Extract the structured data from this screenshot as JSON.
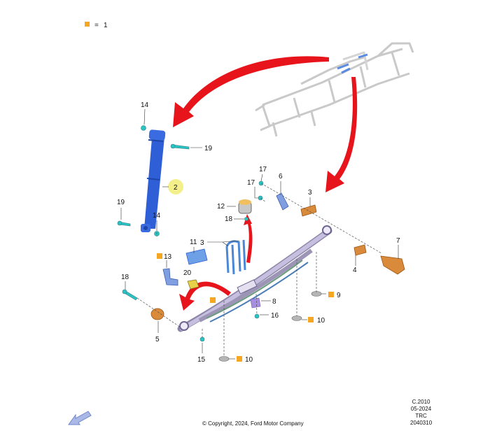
{
  "legend": {
    "symbol_color": "#f5a623",
    "equals": "=",
    "value": "1"
  },
  "callouts": {
    "c14a": "14",
    "c19a": "19",
    "c2": "2",
    "c19b": "19",
    "c14b": "14",
    "c17a": "17",
    "c6": "6",
    "c17b": "17",
    "c3a": "3",
    "c12": "12",
    "c18a": "18",
    "c11": "11",
    "c3b": "3",
    "c13": "13",
    "c20": "20",
    "c7": "7",
    "c4": "4",
    "c18b": "18",
    "c8": "8",
    "c9": "9",
    "c16": "16",
    "c10a": "10",
    "c5": "5",
    "c15": "15",
    "c10b": "10"
  },
  "footer": {
    "copyright": "© Copyright, 2024, Ford Motor Company",
    "ref_line1": "C.2010",
    "ref_line2": "05-2024",
    "ref_line3": "TRC",
    "ref_line4": "2040310"
  },
  "colors": {
    "arrow_red": "#e8141b",
    "shock_blue": "#2f5fd6",
    "bracket_blue": "#5b8be0",
    "bushing_orange": "#d98a3a",
    "fastener_cyan": "#28c4c4",
    "spring_purple": "#b7a6d6",
    "frame_gray": "#c9c9c9",
    "highlight_yellow": "#f3ef8a"
  },
  "icons": {
    "nav": "back-arrow-icon"
  }
}
